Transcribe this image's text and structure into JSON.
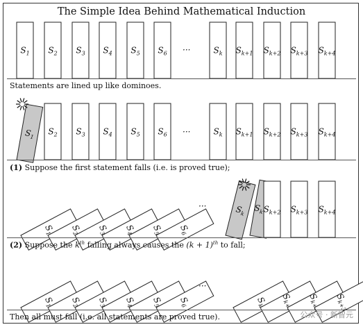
{
  "title": "The Simple Idea Behind Mathematical Induction",
  "statements": {
    "first": [
      "1",
      "2",
      "3",
      "4",
      "5",
      "6"
    ],
    "later": [
      "k",
      "k+1",
      "k+2",
      "k+3",
      "k+4"
    ],
    "symbol": "S",
    "ellipsis": "···"
  },
  "captions": {
    "row1": "Statements are lined up like dominoes.",
    "row2_num": "(1)",
    "row2": "Suppose the first statement falls (i.e. is proved true);",
    "row3_num": "(2)",
    "row3_a": "Suppose the",
    "row3_k": "k",
    "row3_th": "th",
    "row3_b": "falling always causes the",
    "row3_k1": "(k + 1)",
    "row3_th2": "th",
    "row3_c": "to fall;",
    "row4": "Then all must fall (i.e. all statements are proved true)."
  },
  "watermark": "公众号 · 新智元",
  "colors": {
    "fallen": "#c8c8c8",
    "standing": "#ffffff",
    "stroke": "#222222"
  }
}
